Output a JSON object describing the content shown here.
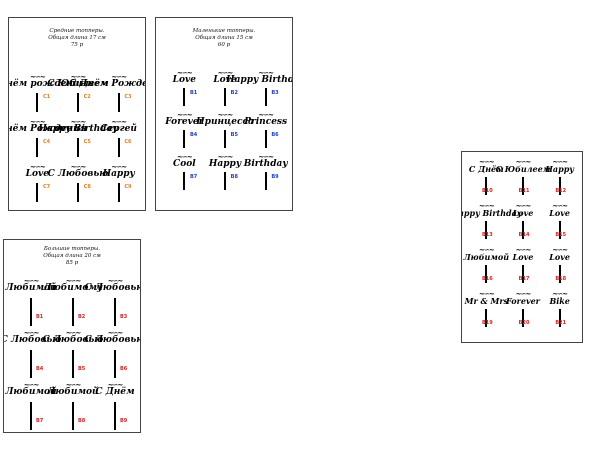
{
  "sheets": {
    "medium": {
      "title": "Средние топперы.",
      "subtitle": "Общая длина 17 см",
      "price": "75 р",
      "accent": "#ee7c1f",
      "items": [
        {
          "code": "C1",
          "word": "С Днём рождения"
        },
        {
          "code": "C2",
          "word": "С Юбилеем"
        },
        {
          "code": "C3",
          "word": "С Днём Рождения"
        },
        {
          "code": "C4",
          "word": "С Днём Рождения"
        },
        {
          "code": "C5",
          "word": "Happy Birthday"
        },
        {
          "code": "C6",
          "word": "Сергей"
        },
        {
          "code": "C7",
          "word": "Love"
        },
        {
          "code": "C8",
          "word": "С Любовью"
        },
        {
          "code": "C9",
          "word": "Happy"
        }
      ]
    },
    "small": {
      "title": "Маленькие топперы.",
      "subtitle": "Общая длина 15 см",
      "price": "60 р",
      "accent": "#1c3bd1",
      "items": [
        {
          "code": "B1",
          "word": "Love"
        },
        {
          "code": "B2",
          "word": "Love"
        },
        {
          "code": "B3",
          "word": "Happy Birthday"
        },
        {
          "code": "B4",
          "word": "Forever"
        },
        {
          "code": "B5",
          "word": "Принцесса"
        },
        {
          "code": "B6",
          "word": "Princess"
        },
        {
          "code": "B7",
          "word": "Cool"
        },
        {
          "code": "B8",
          "word": "Happy"
        },
        {
          "code": "B9",
          "word": "Birthday"
        }
      ]
    },
    "large": {
      "title": "Большие топперы.",
      "subtitle": "Общая длина 20 см",
      "price": "85 р",
      "accent": "#e01b1b",
      "items": [
        {
          "code": "B1",
          "word": "Любимой"
        },
        {
          "code": "B2",
          "word": "Любимому"
        },
        {
          "code": "B3",
          "word": "С Любовью"
        },
        {
          "code": "B4",
          "word": "С Любовью"
        },
        {
          "code": "B5",
          "word": "С Любовью"
        },
        {
          "code": "B6",
          "word": "С Любовью"
        },
        {
          "code": "B7",
          "word": "Любимой"
        },
        {
          "code": "B8",
          "word": "Любимой"
        },
        {
          "code": "B9",
          "word": "С Днём"
        }
      ]
    },
    "extra": {
      "accent": "#e01b1b",
      "items": [
        {
          "code": "B10",
          "word": "С Днём"
        },
        {
          "code": "B11",
          "word": "С Юбилеем"
        },
        {
          "code": "B12",
          "word": "Happy"
        },
        {
          "code": "B13",
          "word": "Happy Birthday"
        },
        {
          "code": "B14",
          "word": "Love"
        },
        {
          "code": "B15",
          "word": "Love"
        },
        {
          "code": "B16",
          "word": "Любимой"
        },
        {
          "code": "B17",
          "word": "Love"
        },
        {
          "code": "B18",
          "word": "Love"
        },
        {
          "code": "B19",
          "word": "Mr & Mrs"
        },
        {
          "code": "B20",
          "word": "Forever"
        },
        {
          "code": "B21",
          "word": "Bike"
        }
      ]
    }
  }
}
